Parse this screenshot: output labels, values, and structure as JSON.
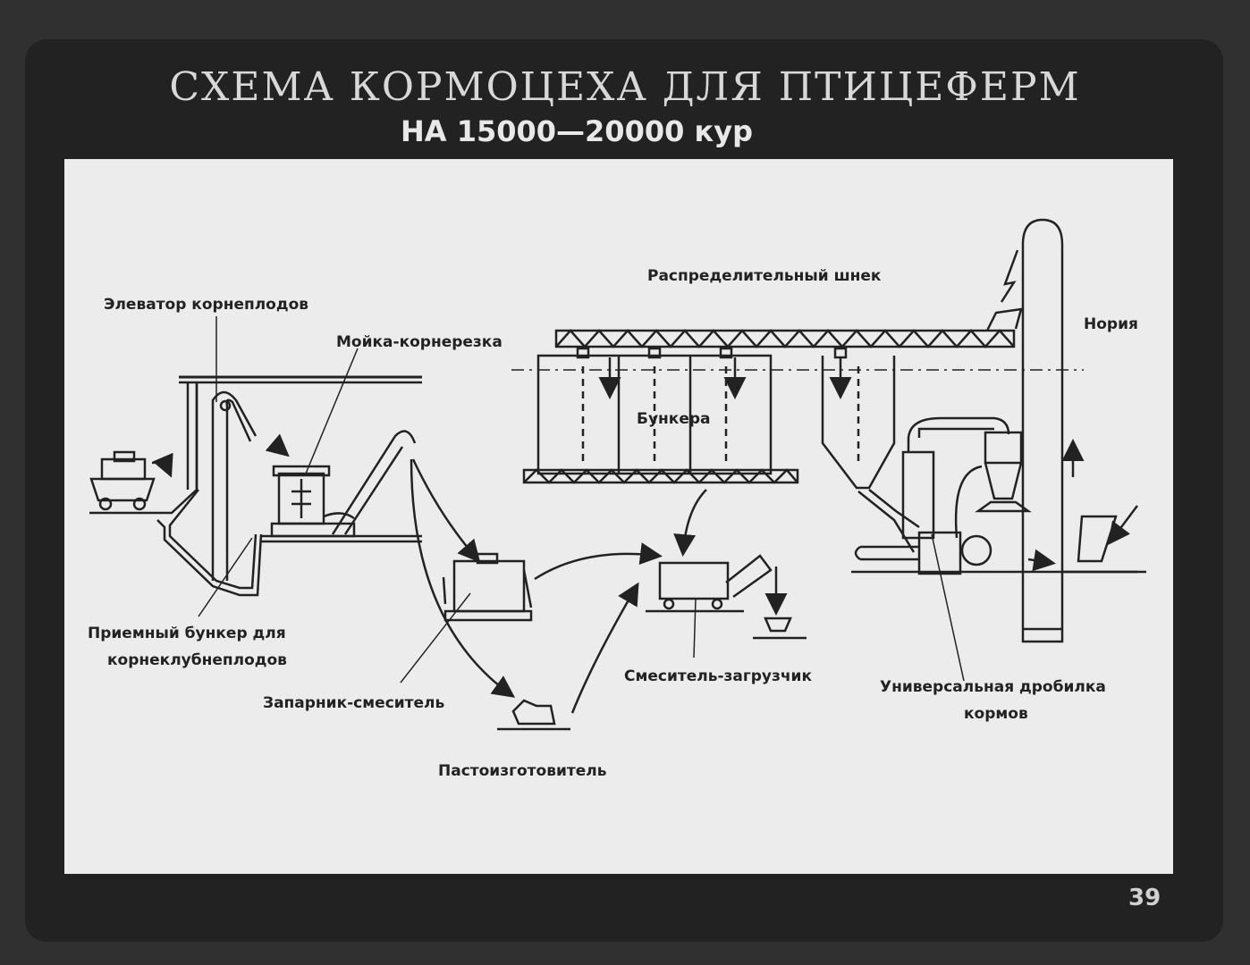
{
  "header": {
    "title": "СХЕМА КОРМОЦЕХА ДЛЯ ПТИЦЕФЕРМ",
    "subtitle": "НА 15000—20000 кур"
  },
  "labels": {
    "elevator": "Элеватор корнеплодов",
    "washer": "Мойка-корнерезка",
    "distributor": "Распределительный шнек",
    "noria": "Нория",
    "bunkers": "Бункера",
    "receiving_line1": "Приемный бункер для",
    "receiving_line2": "корнеклубнеплодов",
    "steamer": "Запарник-смеситель",
    "mixer": "Смеситель-загрузчик",
    "crusher_line1": "Универсальная дробилка",
    "crusher_line2": "кормов",
    "paste": "Пастоизготовитель"
  },
  "page_number": "39",
  "colors": {
    "ink": "#222222",
    "paper": "#ececec",
    "frame": "#222222"
  }
}
